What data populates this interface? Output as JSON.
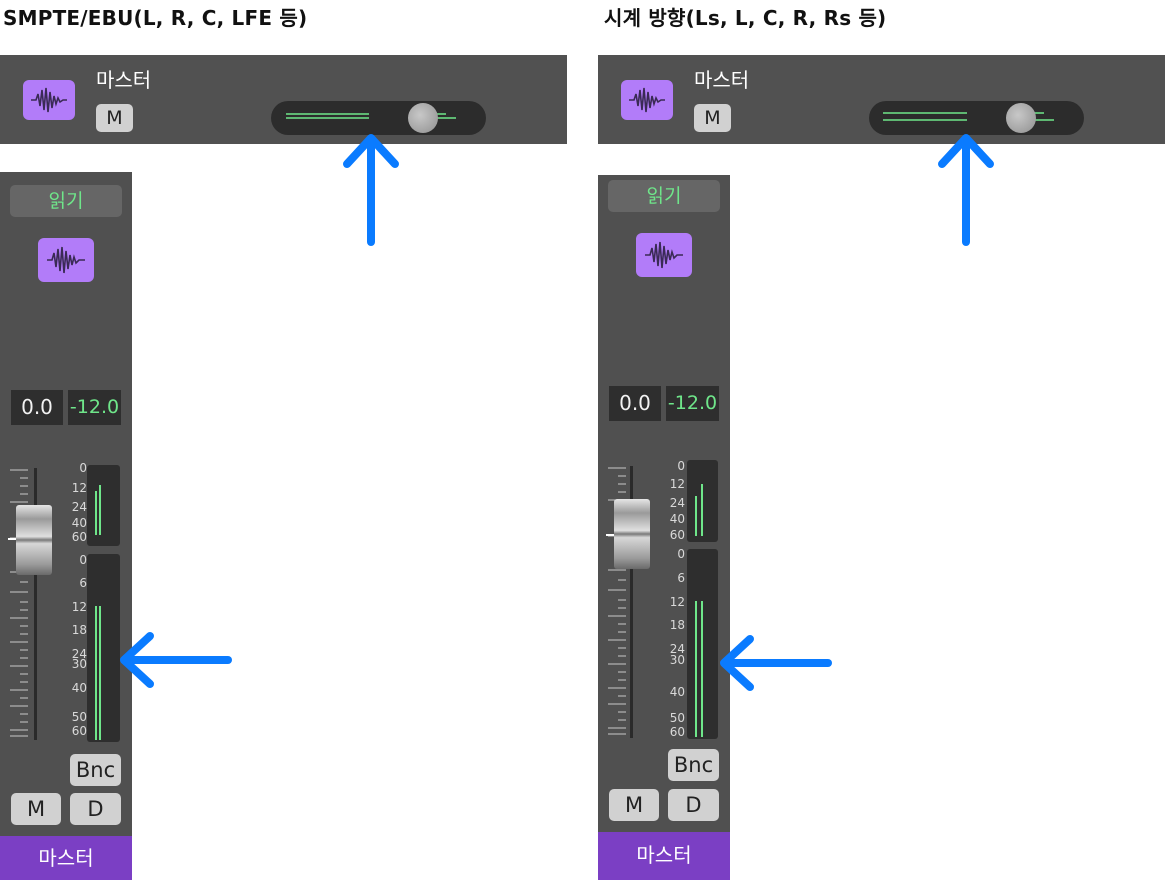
{
  "left": {
    "heading": "SMPTE/EBU(L, R, C, LFE 등)",
    "track": {
      "name": "마스터",
      "mute_label": "M"
    },
    "strip": {
      "automation_mode": "읽기",
      "volume": "0.0",
      "peak": "-12.0",
      "bounce_label": "Bnc",
      "mute_label": "M",
      "dim_label": "D",
      "name": "마스터",
      "meter_top_ticks": [
        "0",
        "12",
        "24",
        "40",
        "60"
      ],
      "meter_ticks": [
        "0",
        "6",
        "12",
        "18",
        "24",
        "30",
        "40",
        "50",
        "60"
      ]
    }
  },
  "right": {
    "heading": "시계 방향(Ls, L, C, R, Rs 등)",
    "track": {
      "name": "마스터",
      "mute_label": "M"
    },
    "strip": {
      "automation_mode": "읽기",
      "volume": "0.0",
      "peak": "-12.0",
      "bounce_label": "Bnc",
      "mute_label": "M",
      "dim_label": "D",
      "name": "마스터",
      "meter_top_ticks": [
        "0",
        "12",
        "24",
        "40",
        "60"
      ],
      "meter_ticks": [
        "0",
        "6",
        "12",
        "18",
        "24",
        "30",
        "40",
        "50",
        "60"
      ]
    }
  },
  "colors": {
    "panel": "#515151",
    "icon_purple": "#b27cf9",
    "name_purple": "#7b3fc4",
    "meter_green": "#6fe68a",
    "arrow_blue": "#0a7bff"
  },
  "icons": {
    "track_icon": "waveform-icon",
    "arrow": "arrow-icon"
  }
}
